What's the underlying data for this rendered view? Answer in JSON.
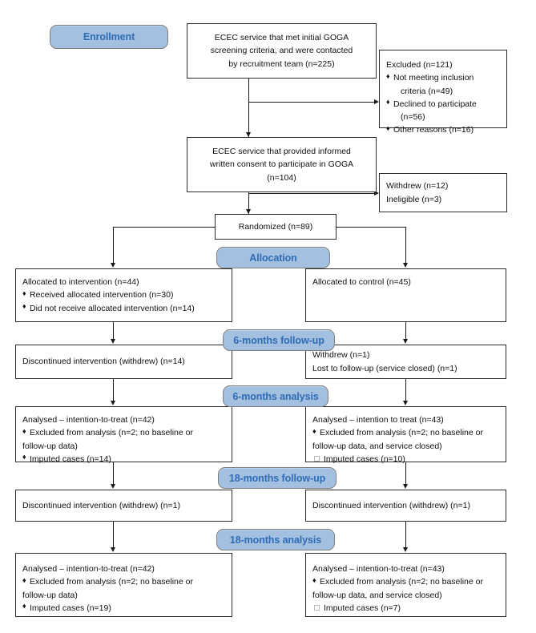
{
  "diagram": {
    "title": "CONSORT participant flow diagram",
    "accent_badge_fill": "#a3c0e0",
    "accent_badge_text": "#2f6cb5",
    "box_border": "#2b2b2b"
  },
  "badges": {
    "enrollment": "Enrollment",
    "allocation": "Allocation",
    "followup_6": "6-months follow-up",
    "analysis_6": "6-months analysis",
    "followup_18": "18-months follow-up",
    "analysis_18": "18-months analysis"
  },
  "enrollment": {
    "screened": {
      "l1": "ECEC service that met initial GOGA",
      "l2": "screening criteria, and were contacted",
      "l3": "by recruitment team (n=225)"
    },
    "excluded": {
      "heading": "Excluded (n=121)",
      "items": [
        {
          "l1": "Not meeting inclusion",
          "l2": "criteria (n=49)"
        },
        {
          "l1": "Declined to participate",
          "l2": "(n=56)"
        },
        {
          "l1": "Other reasons (n=16)",
          "l2": ""
        }
      ]
    },
    "consented": {
      "l1": "ECEC service that provided informed",
      "l2": "written consent to participate in GOGA",
      "l3": "(n=104)"
    },
    "preRandomLoss": {
      "l1": "Withdrew (n=12)",
      "l2": "Ineligible (n=3)"
    },
    "randomized": "Randomized (n=89)"
  },
  "allocation": {
    "intervention": {
      "heading": "Allocated to intervention (n=44)",
      "items": [
        "Received allocated intervention (n=30)",
        "Did not receive allocated intervention (n=14)"
      ]
    },
    "control": {
      "heading": "Allocated to control (n=45)",
      "items": []
    }
  },
  "followup6": {
    "intervention": {
      "l1": "Discontinued intervention (withdrew) (n=14)"
    },
    "control": {
      "l1": "Withdrew (n=1)",
      "l2": "Lost to follow-up (service closed) (n=1)"
    }
  },
  "analysis6": {
    "intervention": {
      "heading": "Analysed – intention-to-treat (n=42)",
      "excluded_l1": "Excluded from analysis (n=2; no baseline or",
      "excluded_l2": "follow-up data)",
      "imputed": "Imputed cases (n=14)"
    },
    "control": {
      "heading": "Analysed – intention to treat (n=43)",
      "excluded_l1": "Excluded from analysis (n=2; no baseline or",
      "excluded_l2": "follow-up data, and service closed)",
      "imputed": "Imputed cases (n=10)"
    }
  },
  "followup18": {
    "intervention": {
      "l1": "Discontinued intervention (withdrew) (n=1)"
    },
    "control": {
      "l1": "Discontinued intervention (withdrew) (n=1)"
    }
  },
  "analysis18": {
    "intervention": {
      "heading": "Analysed – intention-to-treat (n=42)",
      "excluded_l1": "Excluded from analysis (n=2; no baseline or",
      "excluded_l2": "follow-up data)",
      "imputed": "Imputed cases (n=19)"
    },
    "control": {
      "heading": "Analysed – intention-to-treat (n=43)",
      "excluded_l1": "Excluded from analysis (n=2; no baseline or",
      "excluded_l2": "follow-up data, and service closed)",
      "imputed": "Imputed cases (n=7)"
    }
  },
  "glyphs": {
    "diamond_bullet": "♦",
    "square_bullet": ""
  }
}
